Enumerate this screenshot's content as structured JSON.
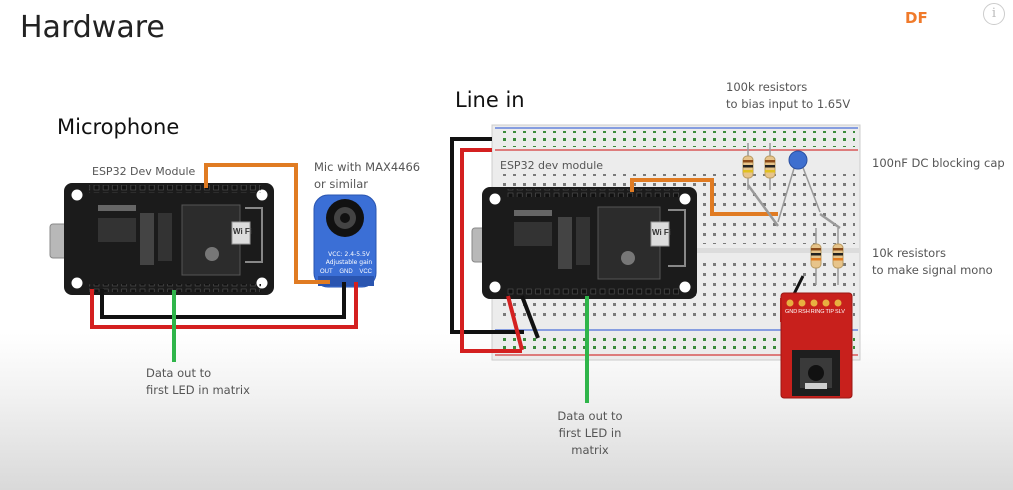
{
  "header": {
    "title": "Hardware",
    "brand": "DF",
    "info_glyph": "i"
  },
  "microphone": {
    "title": "Microphone",
    "board_label": "ESP32 Dev Module",
    "mic_label_line1": "Mic with MAX4466",
    "mic_label_line2": "or similar",
    "mic_board_text1": "VCC: 2.4-5.5V",
    "mic_board_text2": "Adjustable gain",
    "mic_pins": [
      "OUT",
      "GND",
      "VCC"
    ],
    "data_note_line1": "Data out to",
    "data_note_line2": "first LED in matrix",
    "wifi_text": "Wi Fi"
  },
  "line_in": {
    "title": "Line in",
    "board_label": "ESP32 dev module",
    "resistor100k_line1": "100k resistors",
    "resistor100k_line2": "to bias input to 1.65V",
    "cap_label": "100nF DC blocking cap",
    "resistor10k_line1": "10k resistors",
    "resistor10k_line2": "to make signal mono",
    "data_note_line1": "Data out to",
    "data_note_line2": "first LED in matrix",
    "jack_pins": [
      "GND",
      "RSH",
      "RING",
      "TIP",
      "SLV"
    ],
    "wifi_text": "Wi Fi"
  },
  "colors": {
    "board": "#1b1b1b",
    "wire_orange": "#e07b22",
    "wire_red": "#d42020",
    "wire_black": "#111111",
    "wire_green": "#2fb54a",
    "mic_board": "#3b6fd6",
    "jack_board": "#c8201c",
    "breadboard": "#ececec"
  }
}
